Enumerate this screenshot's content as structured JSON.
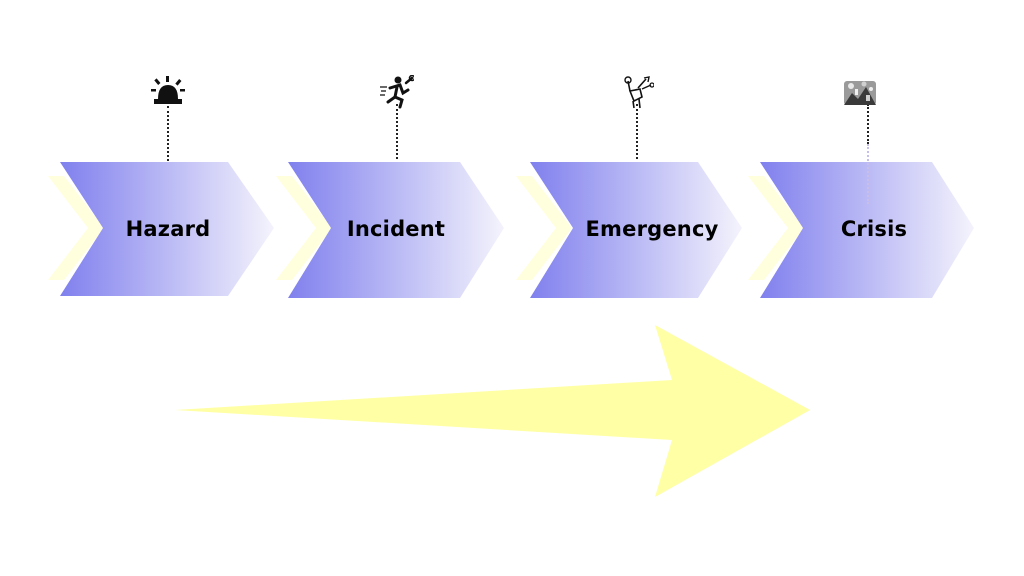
{
  "diagram": {
    "steps": [
      {
        "label": "Hazard",
        "icon": "siren-icon"
      },
      {
        "label": "Incident",
        "icon": "running-person-wrench-icon"
      },
      {
        "label": "Emergency",
        "icon": "raised-fist-tools-icon"
      },
      {
        "label": "Crisis",
        "icon": "disaster-scene-icon"
      }
    ],
    "colors": {
      "chevron_start": "#8080EE",
      "chevron_end": "#F2F1FC",
      "accent_yellow": "#FFFFA6",
      "connector": "#222222"
    }
  }
}
